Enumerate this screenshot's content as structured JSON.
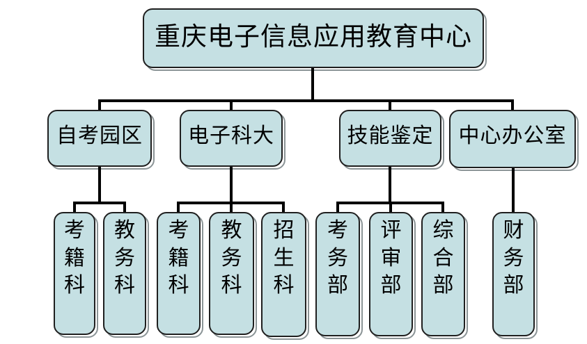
{
  "org_chart": {
    "root": {
      "label": "重庆电子信息应用教育中心",
      "children": [
        {
          "label": "自考园区",
          "children": [
            {
              "label": "考籍科"
            },
            {
              "label": "教务科"
            }
          ]
        },
        {
          "label": "电子科大",
          "children": [
            {
              "label": "考籍科"
            },
            {
              "label": "教务科"
            },
            {
              "label": "招生科"
            }
          ]
        },
        {
          "label": "技能鉴定",
          "children": [
            {
              "label": "考务部"
            },
            {
              "label": "评审部"
            },
            {
              "label": "综合部"
            }
          ]
        },
        {
          "label": "中心办公室",
          "children": [
            {
              "label": "财务部"
            }
          ]
        }
      ]
    },
    "colors": {
      "node_fill": "#c5e0e3",
      "node_border": "#1f1f1f",
      "shadow": "#8b9496",
      "connector": "#000000",
      "background": "#ffffff"
    }
  }
}
